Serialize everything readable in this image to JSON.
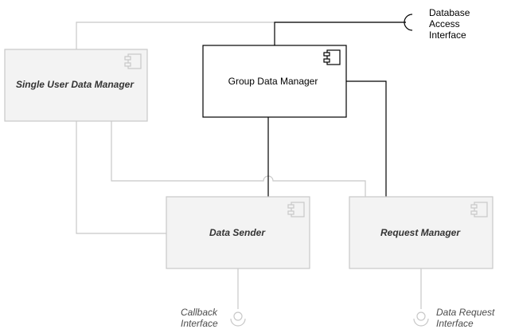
{
  "diagram": {
    "components": {
      "single_user": {
        "label": "Single User Data Manager",
        "status": "faded"
      },
      "group": {
        "label": "Group Data Manager",
        "status": "active"
      },
      "data_sender": {
        "label": "Data Sender",
        "status": "faded"
      },
      "request_manager": {
        "label": "Request Manager",
        "status": "faded"
      }
    },
    "interfaces": {
      "database": {
        "lines": [
          "Database",
          "Access",
          "Interface"
        ],
        "kind": "required",
        "status": "active"
      },
      "callback": {
        "lines": [
          "Callback",
          "Interface"
        ],
        "kind": "provided",
        "status": "faded"
      },
      "data_request": {
        "lines": [
          "Data Request",
          "Interface"
        ],
        "kind": "provided",
        "status": "faded"
      }
    },
    "colors": {
      "active_stroke": "#000000",
      "faded_stroke": "#c8c8c8",
      "faded_fill": "#f3f3f3",
      "active_fill": "#ffffff"
    },
    "component_icon": "uml-component-icon"
  }
}
